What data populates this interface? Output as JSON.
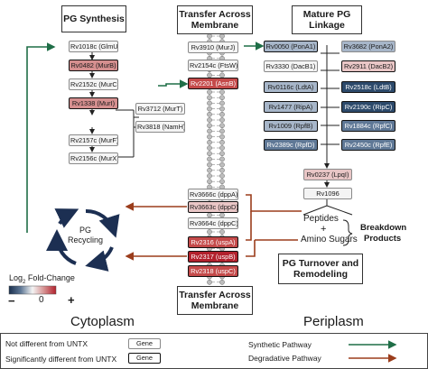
{
  "headers": {
    "pg_synthesis": "PG Synthesis",
    "transfer_top_line1": "Transfer Across",
    "transfer_top_line2": "Membrane",
    "mature_line1": "Mature PG",
    "mature_line2": "Linkage",
    "turnover_line1": "PG Turnover and",
    "turnover_line2": "Remodeling",
    "transfer_bottom_line1": "Transfer Across",
    "transfer_bottom_line2": "Membrane"
  },
  "genes": {
    "glmu": "Rv1018c (GlmU)",
    "murb": "Rv0482 (MurB)",
    "murc": "Rv2152c (MurC)",
    "muri": "Rv1338 (MurI)",
    "murf": "Rv2157c (MurF)",
    "murx": "Rv2156c (MurX)",
    "murt": "Rv3712 (MurT)",
    "namh": "Rv3818 (NamH)",
    "murj": "Rv3910 (MurJ)",
    "ftsw": "Rv2154c (FtsW)",
    "asnb": "Rv2201 (AsnB)",
    "pona1": "Rv0050 (PonA1)",
    "pona2": "Rv3682 (PonA2)",
    "dacb1": "Rv3330 (DacB1)",
    "dacb2": "Rv2911 (DacB2)",
    "ldta": "Rv0116c (LdtA)",
    "ldtb": "Rv2518c (LdtB)",
    "ripa": "Rv1477 (RipA)",
    "ripc": "Rv2190c (RipC)",
    "rpfb": "Rv1009 (RpfB)",
    "rpfc": "Rv1884c (RpfC)",
    "rpfd": "Rv2389c (RpfD)",
    "rpfe": "Rv2450c (RpfE)",
    "lpqi": "Rv0237 (LpqI)",
    "rv1096": "Rv1096",
    "dppa": "Rv3666c (dppA)",
    "dppd": "Rv3663c (dppD)",
    "dppc": "Rv3664c (dppC)",
    "uspa": "Rv2316 (uspA)",
    "uspb": "Rv2317 (uspB)",
    "uspc": "Rv2318 (uspC)"
  },
  "breakdown": {
    "peptides": "Peptides",
    "plus": "+",
    "amino_sugars": "Amino Sugars",
    "products_line1": "Breakdown",
    "products_line2": "Products"
  },
  "recycling": {
    "line1": "PG",
    "line2": "Recycling"
  },
  "scale": {
    "title_prefix": "Log",
    "title_sub": "2",
    "title_suffix": " Fold-Change",
    "min_label": "−",
    "mid_label": "0",
    "max_label": "+"
  },
  "compartments": {
    "left": "Cytoplasm",
    "right": "Periplasm"
  },
  "legend": {
    "not_different": "Not different from UNTX",
    "significant": "Significantly different from UNTX",
    "gene_box": "Gene",
    "synthetic": "Synthetic Pathway",
    "degradative": "Degradative Pathway"
  },
  "colors": {
    "synthetic_arrow": "#1f6e47",
    "degradative_arrow": "#9b3d1c",
    "recycle_arrow": "#1c2f52",
    "neutral": "#f4f4f4",
    "up_light": "#e9c6c6",
    "up_mid": "#d58f8f",
    "up_strong": "#c44a4a",
    "up_max": "#b2212d",
    "down_light": "#a7b6c9",
    "down_mid": "#5f7896",
    "down_strong": "#2d4a6b",
    "down_max": "#1a2f4e"
  }
}
